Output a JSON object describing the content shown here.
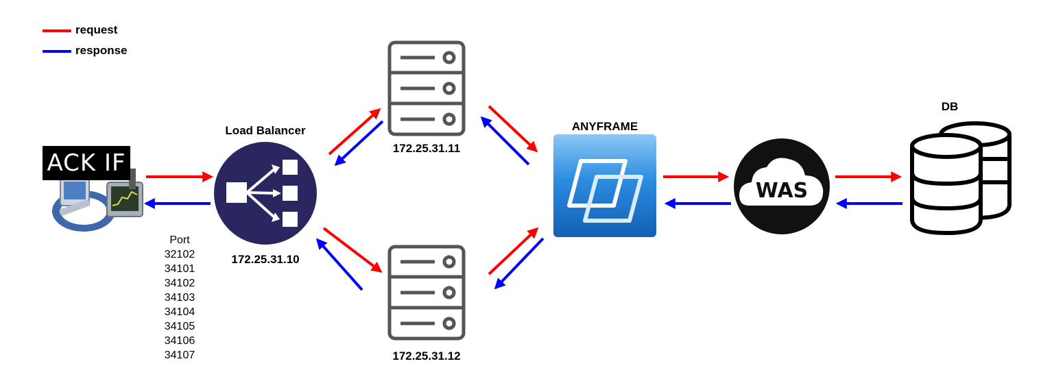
{
  "legend": {
    "request": {
      "label": "request",
      "color": "#ff0000"
    },
    "response": {
      "label": "response",
      "color": "#0000ff"
    }
  },
  "client": {
    "logo_text": "ACK IF"
  },
  "load_balancer": {
    "title": "Load Balancer",
    "ip": "172.25.31.10"
  },
  "ports": {
    "title": "Port",
    "list": [
      "32102",
      "34101",
      "34102",
      "34103",
      "34104",
      "34105",
      "34106",
      "34107"
    ]
  },
  "server_top": {
    "ip": "172.25.31.11"
  },
  "server_bottom": {
    "ip": "172.25.31.12"
  },
  "anyframe": {
    "title": "ANYFRAME"
  },
  "was": {
    "label": "WAS"
  },
  "db": {
    "title": "DB"
  },
  "colors": {
    "request": "#ff0000",
    "response": "#0000ff",
    "lb": "#2a2660",
    "server": "#555555",
    "anyframe": "#1f78d1"
  }
}
